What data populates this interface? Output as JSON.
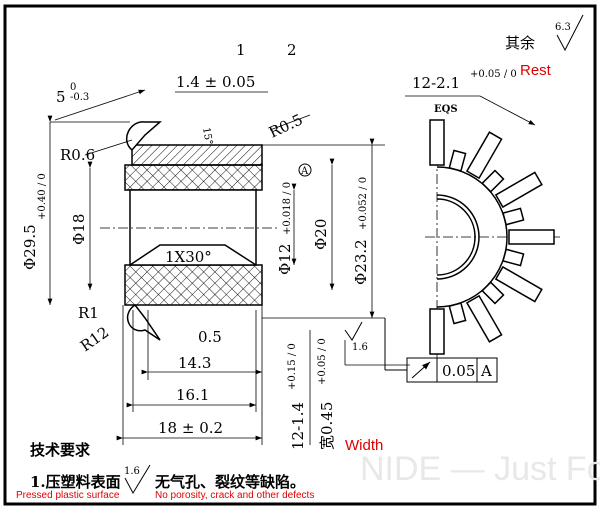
{
  "title_block": {
    "rest_label": "其余",
    "rest_roughness": "6.3",
    "rest_en": "Rest"
  },
  "leaders": {
    "part1": "1",
    "part2": "2"
  },
  "dims": {
    "d5": "5",
    "d5_up": "0",
    "d5_lo": "-0.3",
    "d1_4": "1.4 ± 0.05",
    "angle15": "15°",
    "r06": "R0.6",
    "r05": "R0.5",
    "r1": "R1",
    "r12": "R12",
    "dia29_5": "Φ29.5",
    "dia29_5_tol": "+0.40 / 0",
    "dia18": "Φ18",
    "chamfer": "1X30°",
    "dia12": "Φ12",
    "dia12_tol": "+0.018 / 0",
    "dia20": "Φ20",
    "dia23_2": "Φ23.2",
    "dia23_2_tol": "+0.052 / 0",
    "datum": "A",
    "d0_5": "0.5",
    "d14_3": "14.3",
    "d16_1": "16.1",
    "d18": "18 ± 0.2",
    "slots": "12-1.4",
    "slots_tol": "+0.15 / 0",
    "width": "宽0.45",
    "width_tol": "+0.05 / 0",
    "width_en": "Width",
    "roughness_1_6": "1.6",
    "tabs": "12-2.1",
    "tabs_tol": "+0.05 / 0",
    "eqs": "EQS"
  },
  "tolerance_frame": {
    "value": "0.05",
    "datum": "A"
  },
  "notes": {
    "heading": "技术要求",
    "item1_a": "1.压塑料表面",
    "item1_roughness": "1.6",
    "item1_b": "无气孔、裂纹等缺陷。",
    "item1_en_a": "Pressed plastic surface",
    "item1_en_b": "No porosity, crack and other defects"
  },
  "watermark": "NIDE — Just For Easy"
}
